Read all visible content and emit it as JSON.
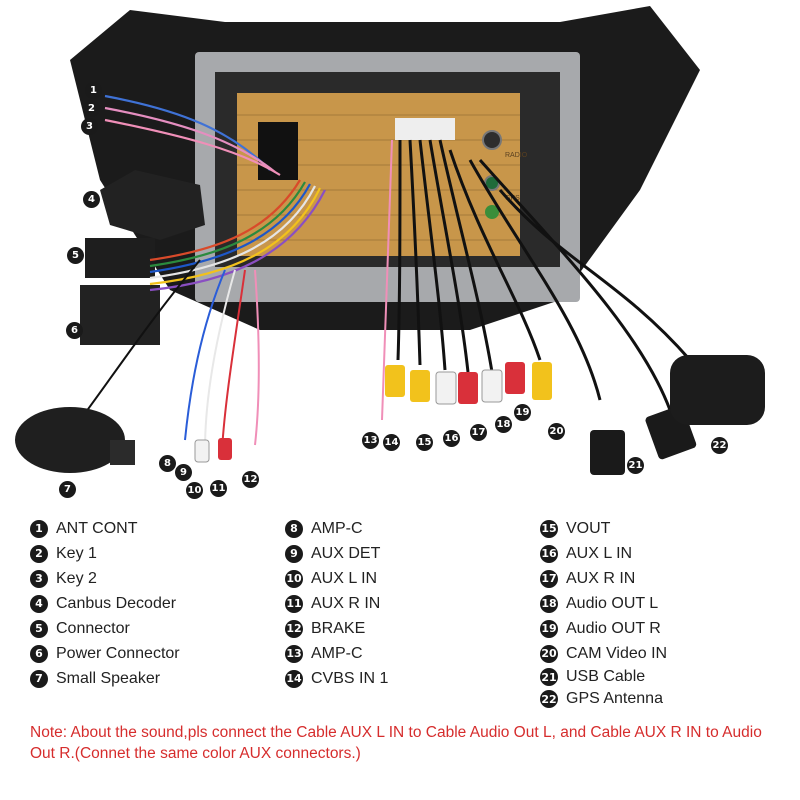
{
  "legend": [
    {
      "num": "1",
      "label": "ANT CONT"
    },
    {
      "num": "2",
      "label": "Key 1"
    },
    {
      "num": "3",
      "label": "Key 2"
    },
    {
      "num": "4",
      "label": "Canbus Decoder"
    },
    {
      "num": "5",
      "label": "Connector"
    },
    {
      "num": "6",
      "label": "Power Connector"
    },
    {
      "num": "7",
      "label": "Small Speaker"
    },
    {
      "num": "8",
      "label": "AMP-C"
    },
    {
      "num": "9",
      "label": "AUX DET"
    },
    {
      "num": "10",
      "label": "AUX L IN"
    },
    {
      "num": "11",
      "label": "AUX R IN"
    },
    {
      "num": "12",
      "label": "BRAKE"
    },
    {
      "num": "13",
      "label": "AMP-C"
    },
    {
      "num": "14",
      "label": "CVBS IN 1"
    },
    {
      "num": "15",
      "label": "VOUT"
    },
    {
      "num": "16",
      "label": "AUX L IN"
    },
    {
      "num": "17",
      "label": "AUX R IN"
    },
    {
      "num": "18",
      "label": "Audio OUT L"
    },
    {
      "num": "19",
      "label": "Audio OUT R"
    },
    {
      "num": "20",
      "label": "CAM Video IN"
    },
    {
      "num": "21",
      "label": "USB Cable"
    },
    {
      "num": "22",
      "label": "GPS Antenna"
    }
  ],
  "note": "Note: About the sound,pls connect the Cable AUX L IN to Cable Audio Out L, and Cable AUX R IN to  Audio Out R.(Connet the same color AUX connectors.)",
  "unit_labels": {
    "radio": "RADIO",
    "gps": "GPS"
  },
  "colors": {
    "note": "#d62d2d",
    "frame": "#1b1b1b",
    "bracket": "#a7a9ac",
    "board": "#c8964a",
    "rca_yellow": "#f2c21c",
    "rca_white": "#f2f2f2",
    "rca_red": "#d9303a"
  }
}
